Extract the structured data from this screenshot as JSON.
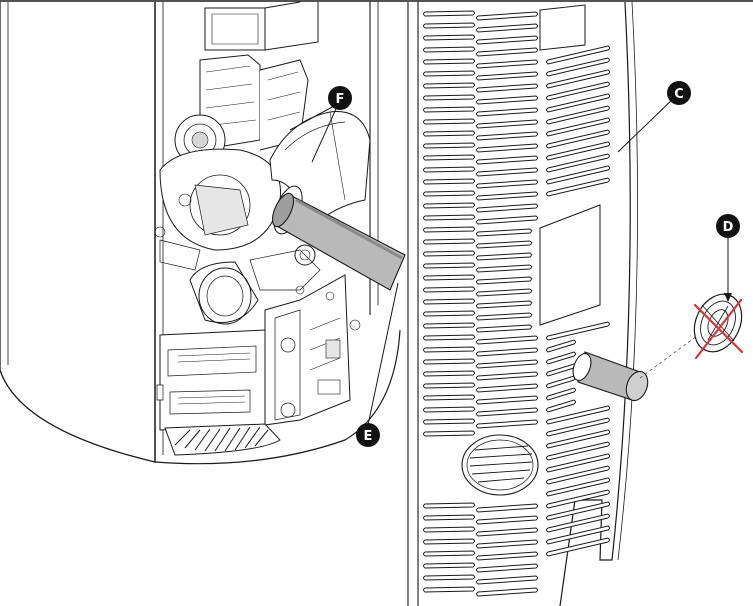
{
  "callouts": {
    "c": {
      "label": "C"
    },
    "d": {
      "label": "D"
    },
    "e": {
      "label": "E"
    },
    "f": {
      "label": "F"
    }
  },
  "colors": {
    "line": "#1a1a1a",
    "callout_fill": "#111111",
    "strike": "#e0303a",
    "pipe_fill": "#b9b9b9",
    "shade": "#d6d6d6"
  },
  "icons": {
    "guard": "grille-guard-icon",
    "strike": "not-allowed-cross-icon"
  }
}
